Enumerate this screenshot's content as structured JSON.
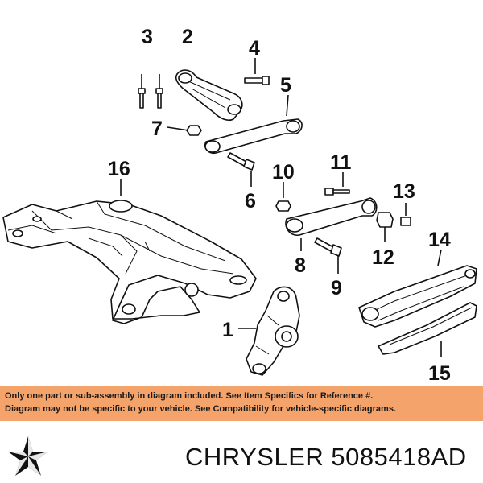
{
  "callouts": {
    "c1": "1",
    "c2": "2",
    "c3": "3",
    "c4": "4",
    "c5": "5",
    "c6": "6",
    "c7": "7",
    "c8": "8",
    "c9": "9",
    "c10": "10",
    "c11": "11",
    "c12": "12",
    "c13": "13",
    "c14": "14",
    "c15": "15",
    "c16": "16"
  },
  "notice": {
    "line1": "Only one part or sub-assembly in diagram included. See Item Specifics for Reference #.",
    "line2": "Diagram may not be specific to your vehicle. See Compatibility for vehicle-specific diagrams."
  },
  "footer": {
    "brand": "CHRYSLER",
    "part_number": "5085418AD"
  },
  "colors": {
    "notice_bg": "#f4a36b",
    "ink": "#111111"
  },
  "icons": {
    "logo": "chrysler-pentastar-logo"
  }
}
